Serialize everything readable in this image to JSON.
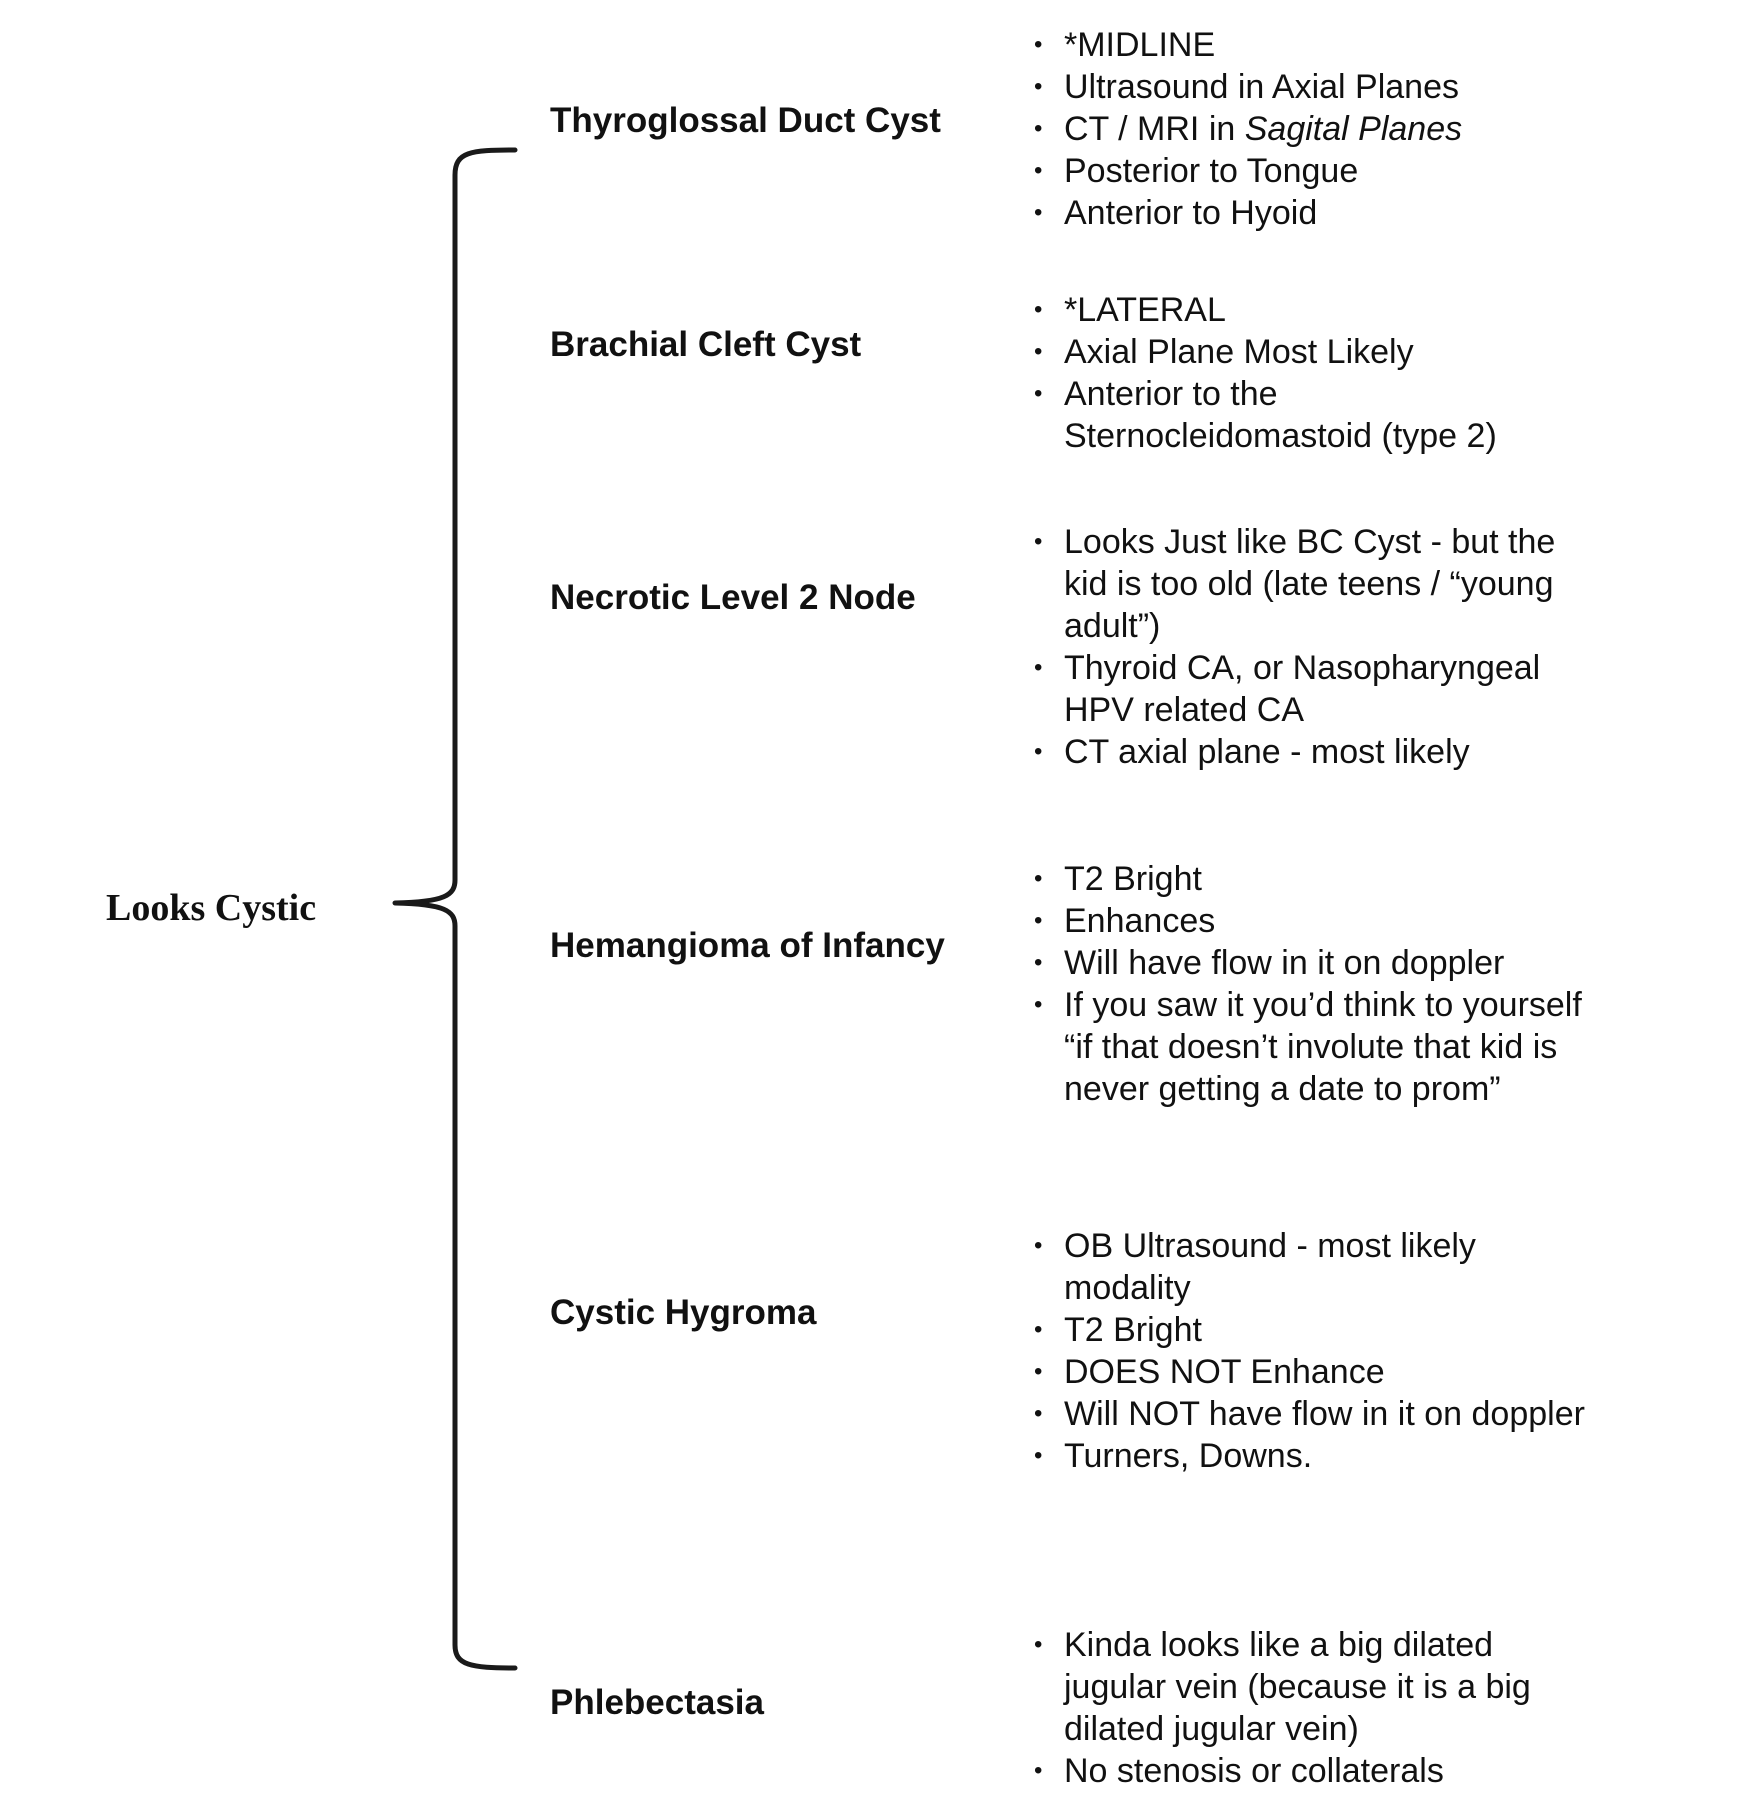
{
  "root": {
    "label": "Looks Cystic"
  },
  "items": [
    {
      "title": "Thyroglossal Duct Cyst",
      "bullets": [
        {
          "text": "*MIDLINE"
        },
        {
          "text": "Ultrasound in Axial Planes"
        },
        {
          "text": "CT / MRI in ",
          "italic_text": "Sagital Planes"
        },
        {
          "text": "Posterior to Tongue"
        },
        {
          "text": "Anterior to Hyoid"
        }
      ]
    },
    {
      "title": "Brachial Cleft Cyst",
      "bullets": [
        {
          "text": "*LATERAL"
        },
        {
          "text": "Axial Plane Most Likely"
        },
        {
          "text": "Anterior to the Sternocleidomastoid (type 2)"
        }
      ]
    },
    {
      "title": "Necrotic Level 2 Node",
      "bullets": [
        {
          "text": "Looks Just like BC Cyst - but the kid is too old (late teens / “young adult”)"
        },
        {
          "text": "Thyroid CA, or Nasopharyngeal HPV related CA"
        },
        {
          "text": "CT axial plane - most likely"
        }
      ]
    },
    {
      "title": "Hemangioma of Infancy",
      "bullets": [
        {
          "text": "T2 Bright"
        },
        {
          "text": "Enhances"
        },
        {
          "text": "Will have flow in it on doppler"
        },
        {
          "text": "If you saw it you’d think to yourself “if that doesn’t involute that kid is never getting a date to prom”"
        }
      ]
    },
    {
      "title": "Cystic Hygroma",
      "bullets": [
        {
          "text": "OB Ultrasound - most likely modality"
        },
        {
          "text": "T2 Bright"
        },
        {
          "text": "DOES NOT Enhance"
        },
        {
          "text": "Will NOT have flow in it on doppler"
        },
        {
          "text": "Turners, Downs."
        }
      ]
    },
    {
      "title": "Phlebectasia",
      "bullets": [
        {
          "text": "Kinda looks like a big dilated jugular vein (because it is a big dilated jugular vein)"
        },
        {
          "text": "No stenosis or collaterals"
        }
      ]
    }
  ],
  "colors": {
    "text": "#111111",
    "brace": "#1a1a1a",
    "background": "#ffffff"
  }
}
